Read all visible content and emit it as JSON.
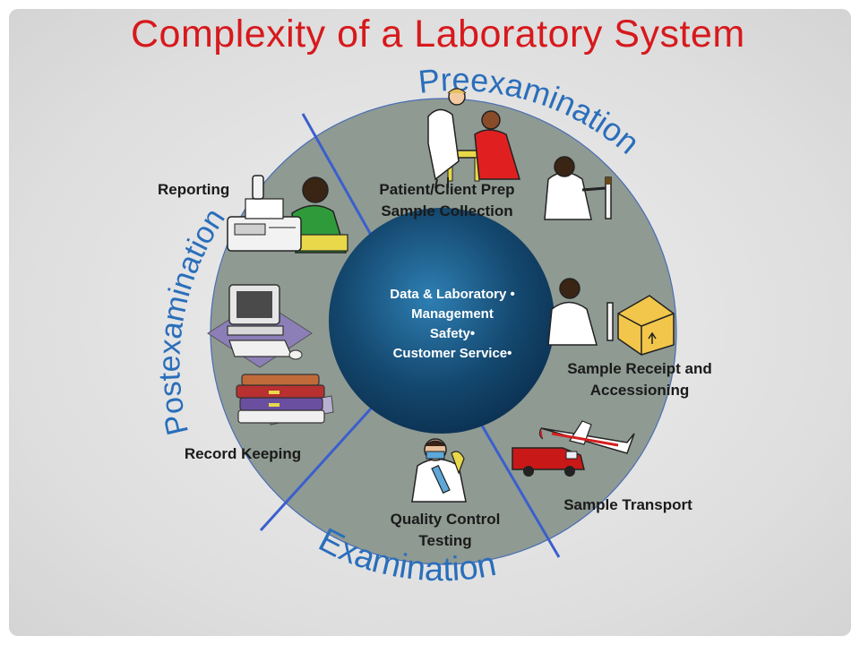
{
  "title": "Complexity of a Laboratory System",
  "phases": {
    "pre": "Preexamination",
    "post": "Postexamination",
    "exam": "Examination"
  },
  "center": {
    "lines": [
      "Data & Laboratory •",
      "Management",
      "Safety•",
      "Customer Service•"
    ]
  },
  "labels": {
    "patient_1": "Patient/Client Prep",
    "patient_2": "Sample Collection",
    "receipt_1": "Sample Receipt and",
    "receipt_2": "Accessioning",
    "transport": "Sample Transport",
    "qc_1": "Quality Control",
    "qc_2": "Testing",
    "record": "Record Keeping",
    "reporting": "Reporting"
  },
  "colors": {
    "title": "#d7191c",
    "phase_text": "#2a6ebb",
    "ring": "#8f9a93",
    "divider": "#3a5fcd",
    "center_dark": "#0b2f4f",
    "center_light": "#2e7fb3"
  }
}
